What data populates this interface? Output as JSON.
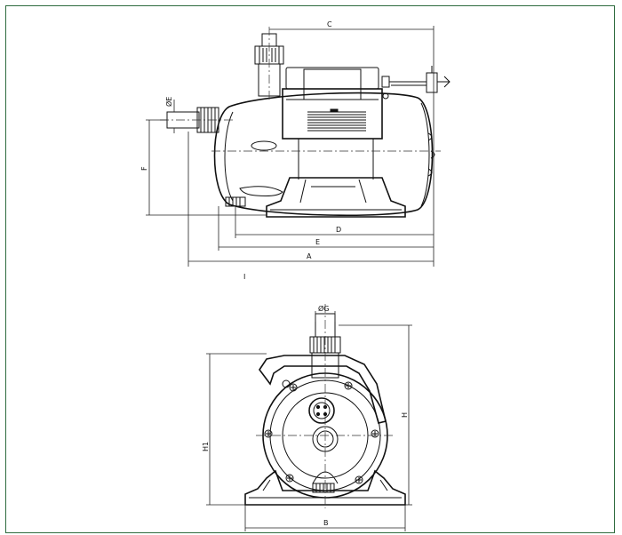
{
  "frame_color": "#2e6b3e",
  "line_color": "#111111",
  "side_view": {
    "labels": {
      "A": "A",
      "C": "C",
      "D": "D",
      "E": "E",
      "F": "F",
      "phiE": "ØE",
      "I": "I"
    }
  },
  "front_view": {
    "labels": {
      "B": "B",
      "H": "H",
      "H1": "H1",
      "phiG": "ØG"
    }
  }
}
